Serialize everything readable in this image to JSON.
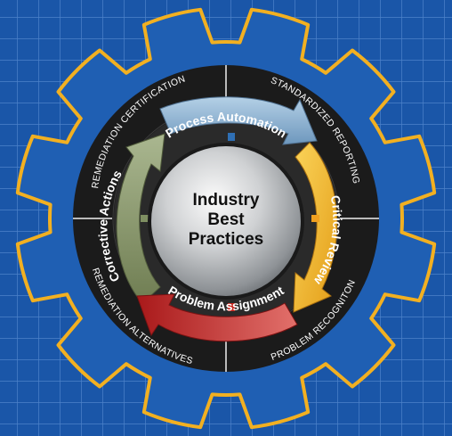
{
  "center": {
    "line1": "Industry",
    "line2": "Best",
    "line3": "Practices"
  },
  "outer_ring": {
    "remediation_certification": "REMEDIATION CERTIFICATION",
    "standardized_reporting": "STANDARDIZED REPORTING",
    "problem_recognition": "PROBLEM RECOGNITON",
    "remediation_alternatives": "REMEDIATION ALTERNATIVES"
  },
  "cycle": {
    "process_automation": "Process Automation",
    "critical_review": "Critical Review",
    "problem_assignment": "Problem Assignment",
    "corrective_actions": "Corrective Actions"
  },
  "colors": {
    "background": "#1a56a8",
    "grid": "#4d82c9",
    "gear_outline": "#f2b021",
    "gear_fill": "#1f5fb3",
    "ring_dark": "#1b1b1b",
    "process_automation": "#87aecd",
    "critical_review": "#f0b52a",
    "problem_assignment": "#c8261e",
    "corrective_actions": "#7f8f62"
  }
}
